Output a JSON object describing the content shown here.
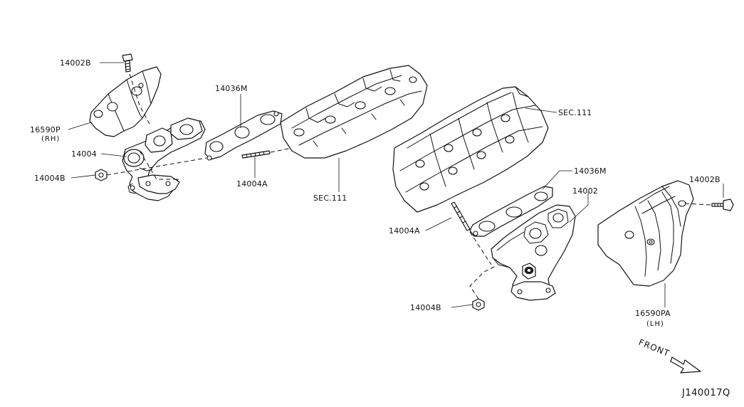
{
  "diagram": {
    "labels": {
      "bolt_rh": "14002B",
      "cover_rh": "16590P",
      "cover_rh_side": "(RH)",
      "manifold_rh": "14004",
      "nut_rh": "14004B",
      "gasket_rh": "14036M",
      "stud_rh": "14004A",
      "sec_head_rh": "SEC.111",
      "sec_head_lh": "SEC.111",
      "gasket_lh": "14036M",
      "manifold_lh": "14002",
      "stud_lh": "14004A",
      "nut_lh": "14004B",
      "bolt_lh": "14002B",
      "cover_lh": "16590PA",
      "cover_lh_side": "(LH)",
      "front": "FRONT",
      "drawing_code": "J140017Q"
    }
  }
}
